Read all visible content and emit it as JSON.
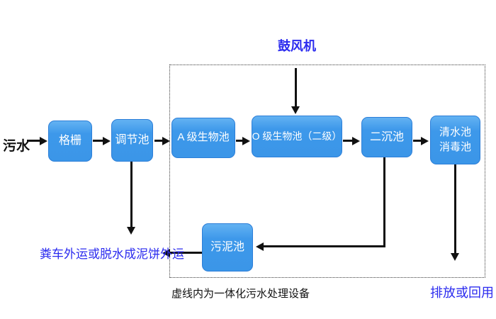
{
  "diagram": {
    "title_caption": "虚线内为一体化污水处理设备",
    "source_label": "污水",
    "blower_label": "鼓风机",
    "boxes": {
      "grid": "格栅",
      "regulating": "调节池",
      "a_bio": "A 级生物池",
      "o_bio": "O 级生物池（二级）",
      "secondary_sed": "二沉池",
      "clear_water_line1": "清水池",
      "clear_water_line2": "消毒池",
      "sludge": "污泥池"
    },
    "labels": {
      "sludge_out": "粪车外运或脱水成泥饼外运",
      "discharge": "排放或回用"
    },
    "colors": {
      "box_fill": "#3D98EA",
      "box_border": "#2C7ED8",
      "box_text": "#FFFFFF",
      "blue_text": "#2B2BEF",
      "black_text": "#111111",
      "arrow": "#111111",
      "background": "#FFFFFF"
    }
  }
}
